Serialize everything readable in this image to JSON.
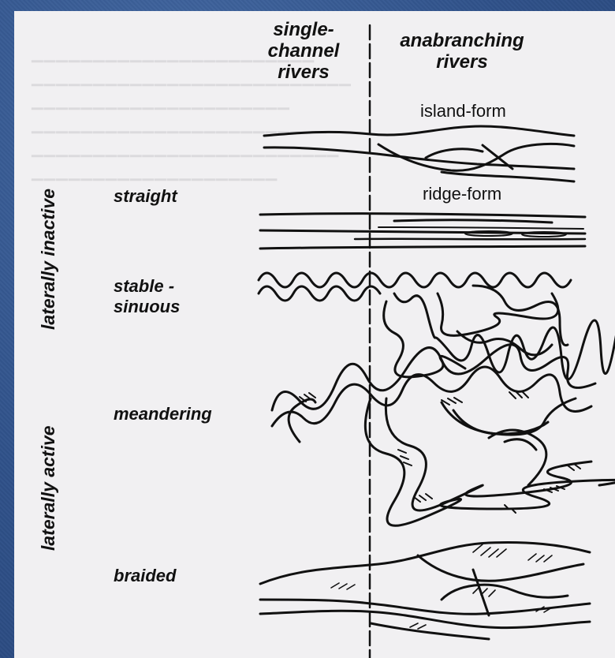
{
  "headers": {
    "single_channel": [
      "single-",
      "channel",
      "rivers"
    ],
    "anabranching": [
      "anabranching",
      "rivers"
    ]
  },
  "side_labels": {
    "inactive": "laterally inactive",
    "active": "laterally active"
  },
  "rows": {
    "straight": "straight",
    "stable_sinuous": [
      "stable -",
      "sinuous"
    ],
    "meandering": "meandering",
    "braided": "braided"
  },
  "forms": {
    "island": "island-form",
    "ridge": "ridge-form"
  },
  "colors": {
    "slide_background": "#34578f",
    "paper": "#f1f0f2",
    "ink": "#111111"
  }
}
